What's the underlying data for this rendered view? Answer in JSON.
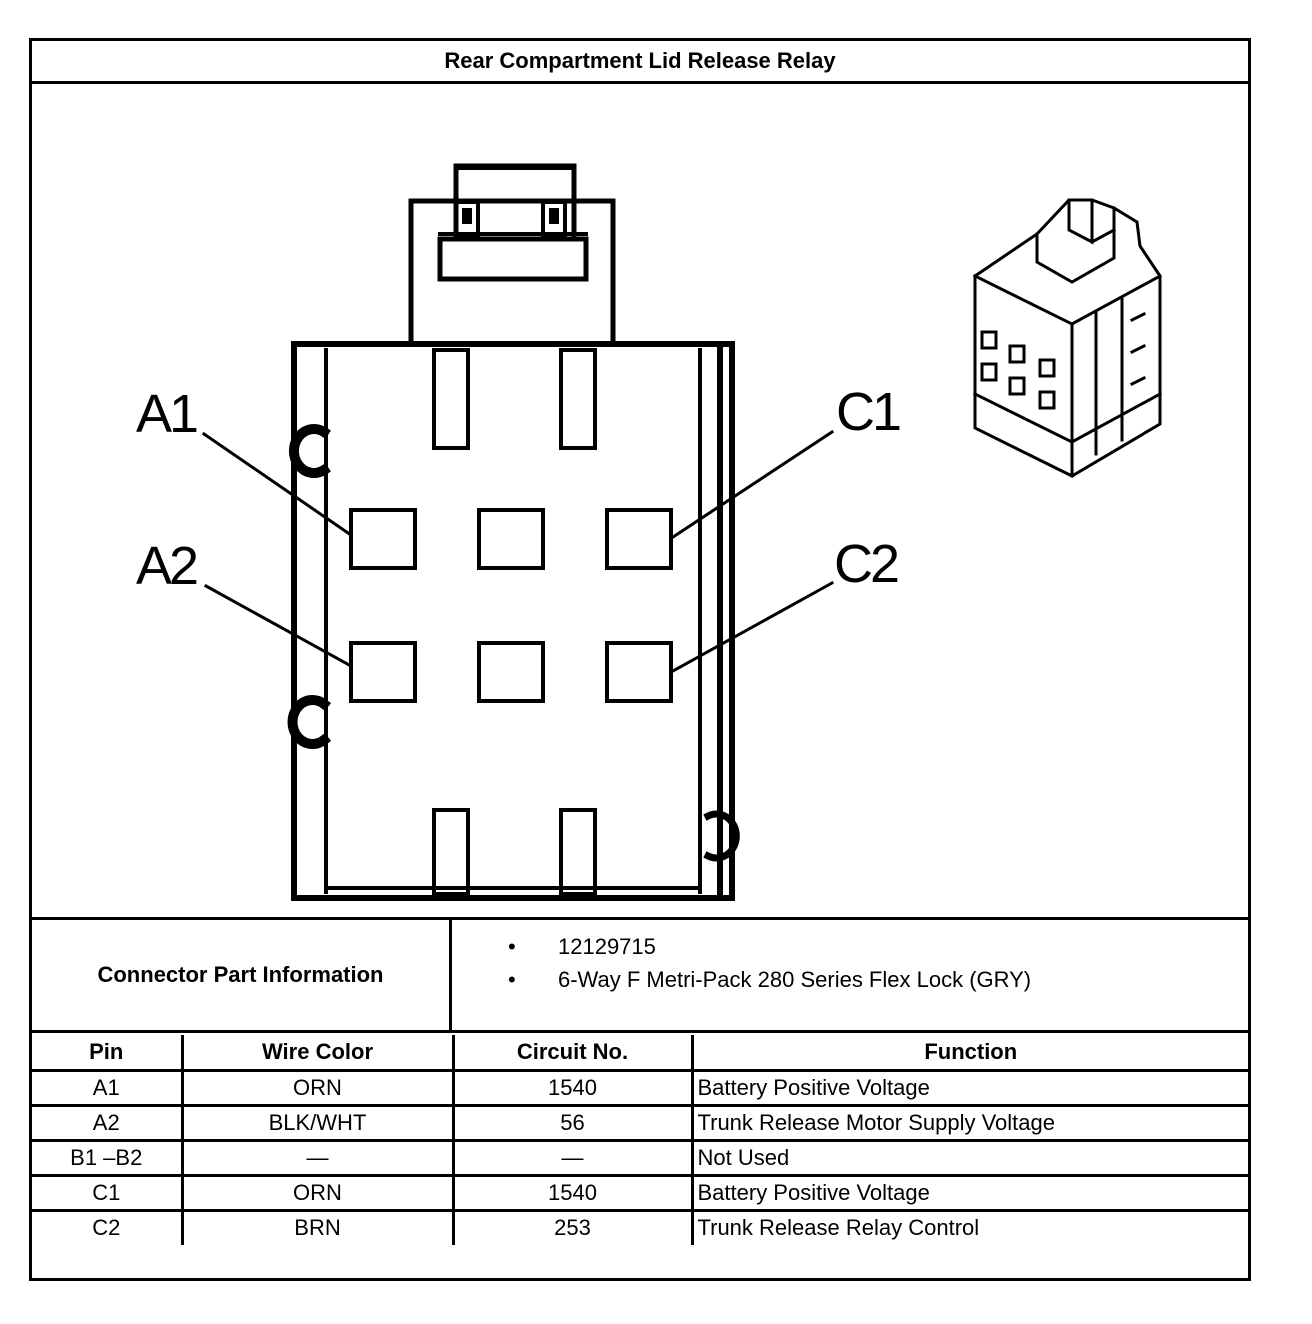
{
  "title": "Rear Compartment Lid Release Relay",
  "diagram": {
    "labels": {
      "a1": "A1",
      "a2": "A2",
      "c1": "C1",
      "c2": "C2"
    }
  },
  "connector_info": {
    "label": "Connector Part Information",
    "items": [
      "12129715",
      "6-Way F Metri-Pack 280 Series Flex Lock (GRY)"
    ]
  },
  "table": {
    "headers": {
      "pin": "Pin",
      "wire_color": "Wire Color",
      "circuit": "Circuit No.",
      "function": "Function"
    },
    "rows": [
      {
        "pin": "A1",
        "wire_color": "ORN",
        "circuit": "1540",
        "function": "Battery Positive Voltage"
      },
      {
        "pin": "A2",
        "wire_color": "BLK/WHT",
        "circuit": "56",
        "function": "Trunk Release Motor Supply Voltage"
      },
      {
        "pin": "B1 –B2",
        "wire_color": "—",
        "circuit": "—",
        "function": "Not Used"
      },
      {
        "pin": "C1",
        "wire_color": "ORN",
        "circuit": "1540",
        "function": "Battery Positive Voltage"
      },
      {
        "pin": "C2",
        "wire_color": "BRN",
        "circuit": "253",
        "function": "Trunk Release Relay Control"
      }
    ]
  }
}
